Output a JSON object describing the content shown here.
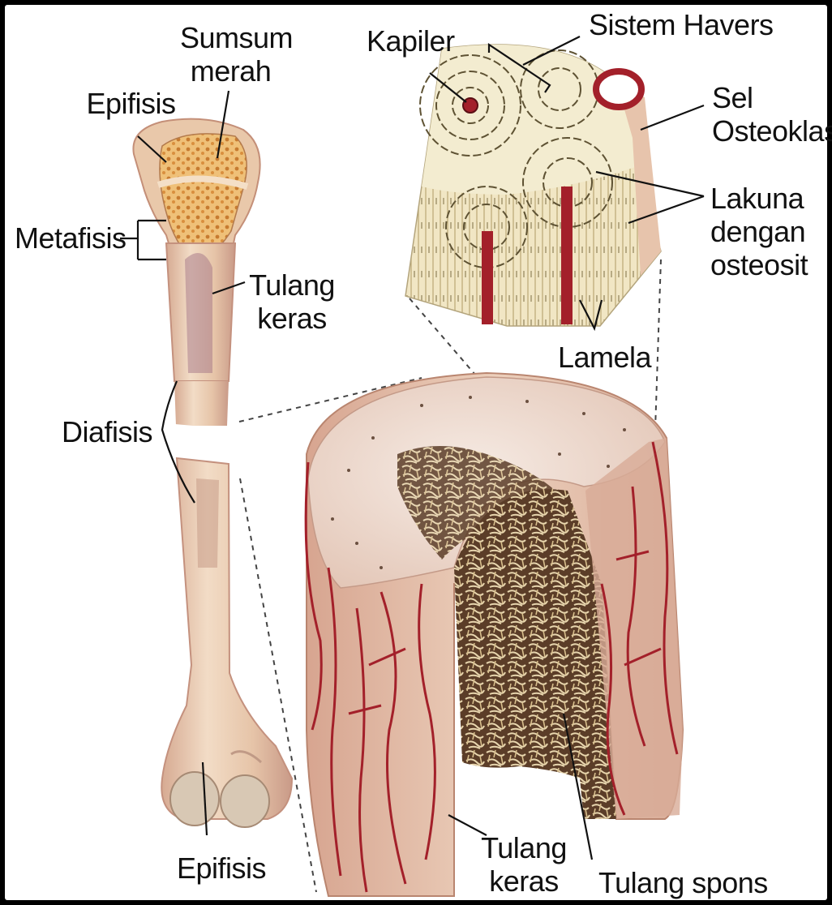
{
  "labels": {
    "sumsum_merah": [
      "Sumsum",
      "merah"
    ],
    "epifisis_top": "Epifisis",
    "metafisis": "Metafisis",
    "tulang_keras_top": [
      "Tulang",
      "keras"
    ],
    "diafisis": "Diafisis",
    "epifisis_bottom": "Epifisis",
    "kapiler": "Kapiler",
    "sistem_havers": "Sistem Havers",
    "sel_osteoklas": [
      "Sel",
      "Osteoklas"
    ],
    "lakuna": [
      "Lakuna",
      "dengan",
      "osteosit"
    ],
    "lamela": "Lamela",
    "tulang_keras_bottom": [
      "Tulang",
      "keras"
    ],
    "tulang_spons": "Tulang spons"
  },
  "colors": {
    "bone": "#e8c8a8",
    "bone_shadow": "#c89a86",
    "marrow": "#e8a860",
    "vessel": "#a3202a",
    "spongy": "#6b4a32",
    "haversian": "#f3ecd0"
  }
}
